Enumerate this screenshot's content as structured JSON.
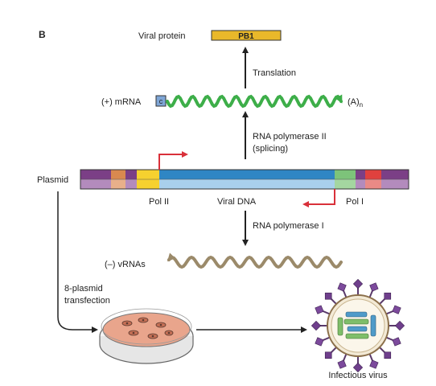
{
  "panel_label": "B",
  "viral_protein_label": "Viral protein",
  "protein_box_label": "PB1",
  "translation_label": "Translation",
  "mrna": {
    "label": "(+) mRNA",
    "cap_label": "c",
    "tail_label": "(A)",
    "tail_subscript": "n"
  },
  "pol2_step": {
    "line1": "RNA polymerase II",
    "line2": "(splicing)"
  },
  "plasmid_label": "Plasmid",
  "pol2_label": "Pol II",
  "viral_dna_label": "Viral DNA",
  "pol1_label": "Pol I",
  "pol1_step_label": "RNA polymerase I",
  "vrna_label": "(–) vRNAs",
  "transfection": {
    "line1": "8-plasmid",
    "line2": "transfection"
  },
  "virus_label": "Infectious virus",
  "colors": {
    "mrna_wave": "#3dae49",
    "vrna_wave": "#9b8a6a",
    "pb1_box": "#e9b82a",
    "cap_box": "#7fa6d6",
    "dna_blue": "#2f86c4",
    "dna_light_blue": "#a9d0ec",
    "plasmid_purple": "#7b3f86",
    "plasmid_light_purple": "#b38bbd",
    "promoter_yellow": "#f6d12f",
    "terminator_green": "#7dc37a",
    "segment_red": "#e0413e",
    "segment_orange": "#d9894f",
    "start_arrow_red": "#d9303a",
    "dish_pink": "#e9a58c",
    "virus_purple": "#6f3f8c"
  }
}
